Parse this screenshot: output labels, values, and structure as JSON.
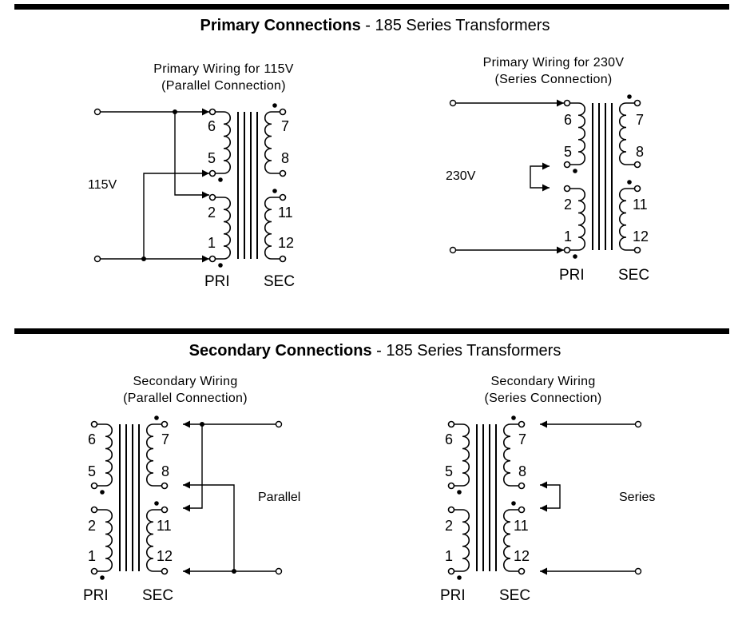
{
  "sections": {
    "primary": {
      "title_bold": "Primary Connections",
      "title_rest": " - 185 Series Transformers"
    },
    "secondary": {
      "title_bold": "Secondary Connections",
      "title_rest": " - 185 Series Transformers"
    }
  },
  "diagrams": {
    "p115": {
      "caption_line1": "Primary Wiring for 115V",
      "caption_line2": "(Parallel Connection)",
      "side_label": "115V"
    },
    "p230": {
      "caption_line1": "Primary Wiring for 230V",
      "caption_line2": "(Series Connection)",
      "side_label": "230V"
    },
    "spar": {
      "caption_line1": "Secondary Wiring",
      "caption_line2": "(Parallel Connection)",
      "side_label": "Parallel"
    },
    "sser": {
      "caption_line1": "Secondary Wiring",
      "caption_line2": "(Series Connection)",
      "side_label": "Series"
    }
  },
  "transformer": {
    "pri_label": "PRI",
    "sec_label": "SEC",
    "pri_upper": [
      "6",
      "5"
    ],
    "pri_lower": [
      "2",
      "1"
    ],
    "sec_upper": [
      "7",
      "8"
    ],
    "sec_lower": [
      "11",
      "12"
    ]
  },
  "colors": {
    "ink": "#000000",
    "background": "#ffffff"
  }
}
